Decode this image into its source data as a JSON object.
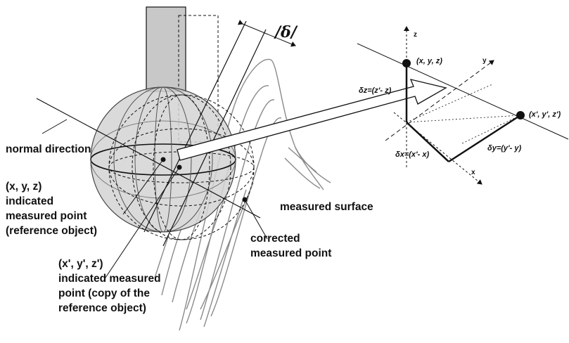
{
  "labels": {
    "normal_direction": "normal direction",
    "ref_coords": "(x, y, z)",
    "ref_line1": "indicated measured point",
    "ref_line2": "(reference object)",
    "ref_line_a": "indicated",
    "ref_line_b": "measured point",
    "copy_coords": "(x', y', z')",
    "copy_line1": "indicated measured",
    "copy_line2": "point (copy of the",
    "copy_line3": "reference object)",
    "measured_surface": "measured surface",
    "corrected_line1": "corrected",
    "corrected_line2": "measured point",
    "delta": "/δ/"
  },
  "inset": {
    "axis_z": "z",
    "axis_y": "y",
    "axis_x": "x",
    "point_ref": "(x, y, z)",
    "point_copy": "(x', y', z')",
    "delta_z": "δz=(z'- z)",
    "delta_x": "δx=(x'- x)",
    "delta_y": "δy=(y'- y)"
  },
  "colors": {
    "sphere_fill": "#d4d4d4",
    "stem_fill": "#c8c8c8",
    "line": "#111111",
    "surface_line": "#8a8a8a"
  }
}
